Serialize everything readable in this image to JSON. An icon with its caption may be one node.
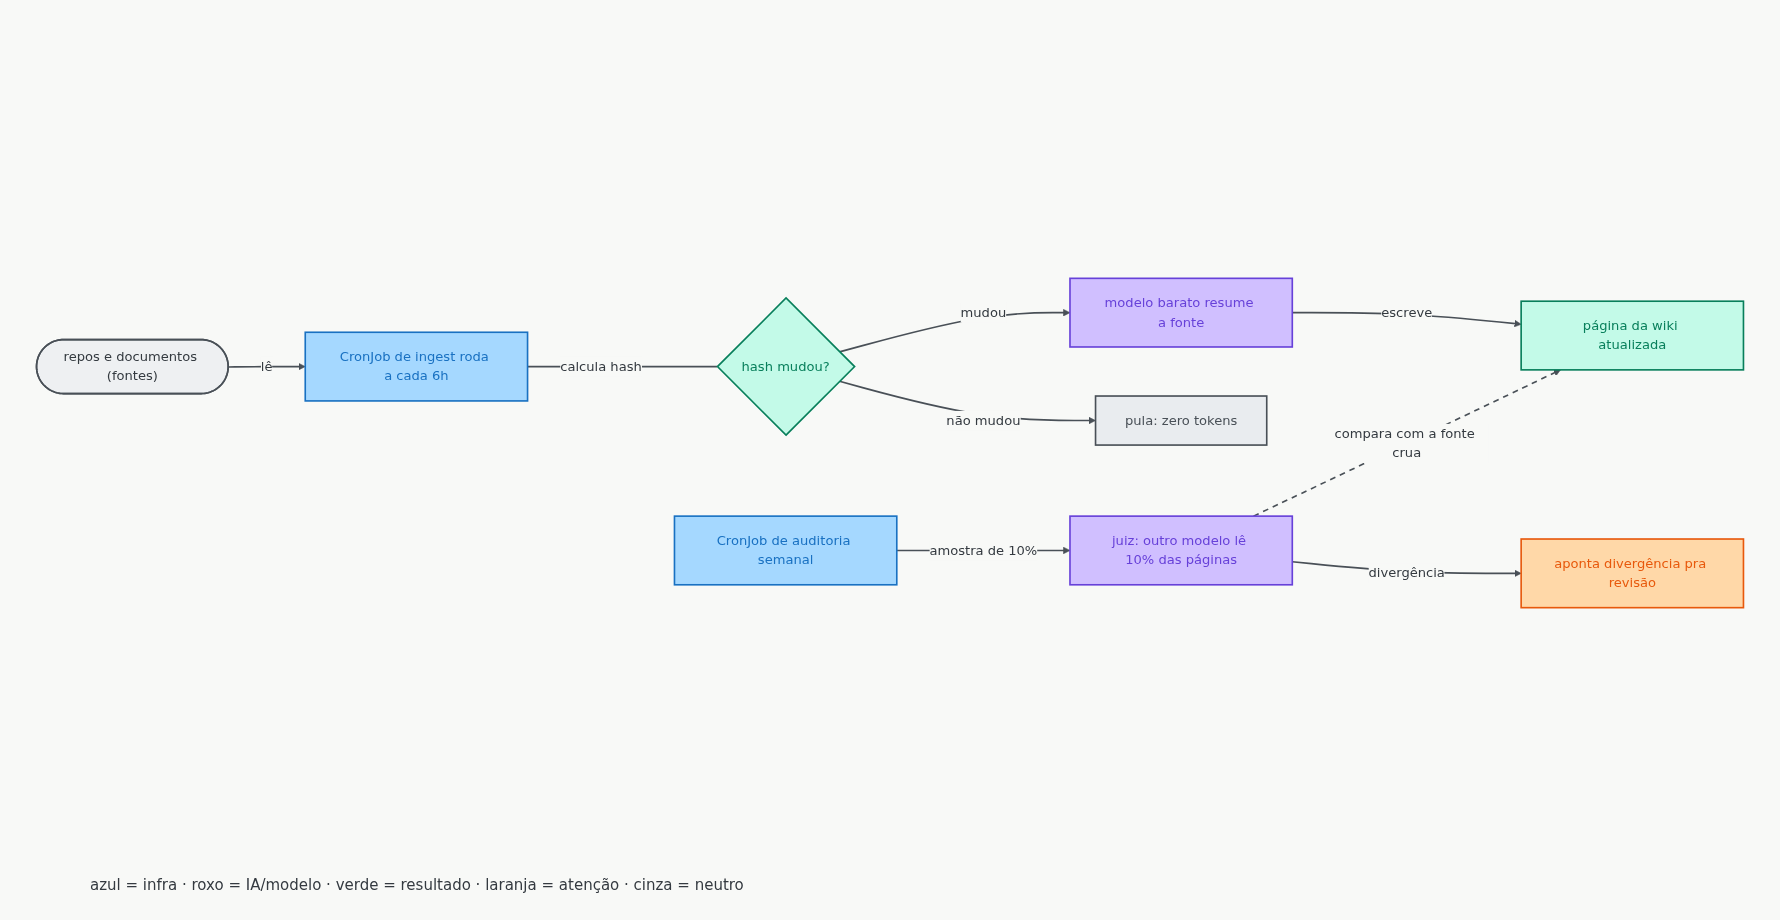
{
  "diagram": {
    "nodes": [
      {
        "text": [
          "repos e documentos (fontes)"
        ]
      },
      {
        "text": [
          "CronJob de ingest roda a cada 6h"
        ]
      },
      {
        "text": [
          "hash mudou?"
        ]
      },
      {
        "text": [
          "modelo barato resume a fonte"
        ]
      },
      {
        "text": [
          "página da wiki atualizada"
        ]
      },
      {
        "text": [
          "pula: zero tokens"
        ]
      },
      {
        "text": [
          "CronJob de auditoria semanal"
        ]
      },
      {
        "text": [
          "juiz: outro modelo lê 10% das páginas"
        ]
      },
      {
        "text": [
          "aponta divergência pra revisão"
        ]
      }
    ],
    "edges": [
      {
        "from": 0,
        "to": 1,
        "arrow": "to",
        "label": "lê"
      },
      {
        "from": 1,
        "to": 2,
        "arrow": "none",
        "label": "calcula hash"
      },
      {
        "from": 2,
        "to": 3,
        "arrow": "to",
        "label": "mudou"
      },
      {
        "from": 3,
        "to": 4,
        "arrow": "to",
        "label": "escreve"
      },
      {
        "from": 2,
        "to": 5,
        "arrow": "to",
        "label": "não mudou"
      },
      {
        "from": 6,
        "to": 7,
        "arrow": "to",
        "label": "amostra de 10%"
      },
      {
        "from": 7,
        "to": 8,
        "arrow": "to",
        "label": "divergência"
      },
      {
        "from": 7,
        "to": 4,
        "arrow": "to",
        "label": "compara com a fonte crua",
        "style": "dashed"
      }
    ],
    "labels": [
      "azul = infra · roxo = IA/modelo · verde = resultado · laranja = atenção · cinza = neutro"
    ]
  }
}
